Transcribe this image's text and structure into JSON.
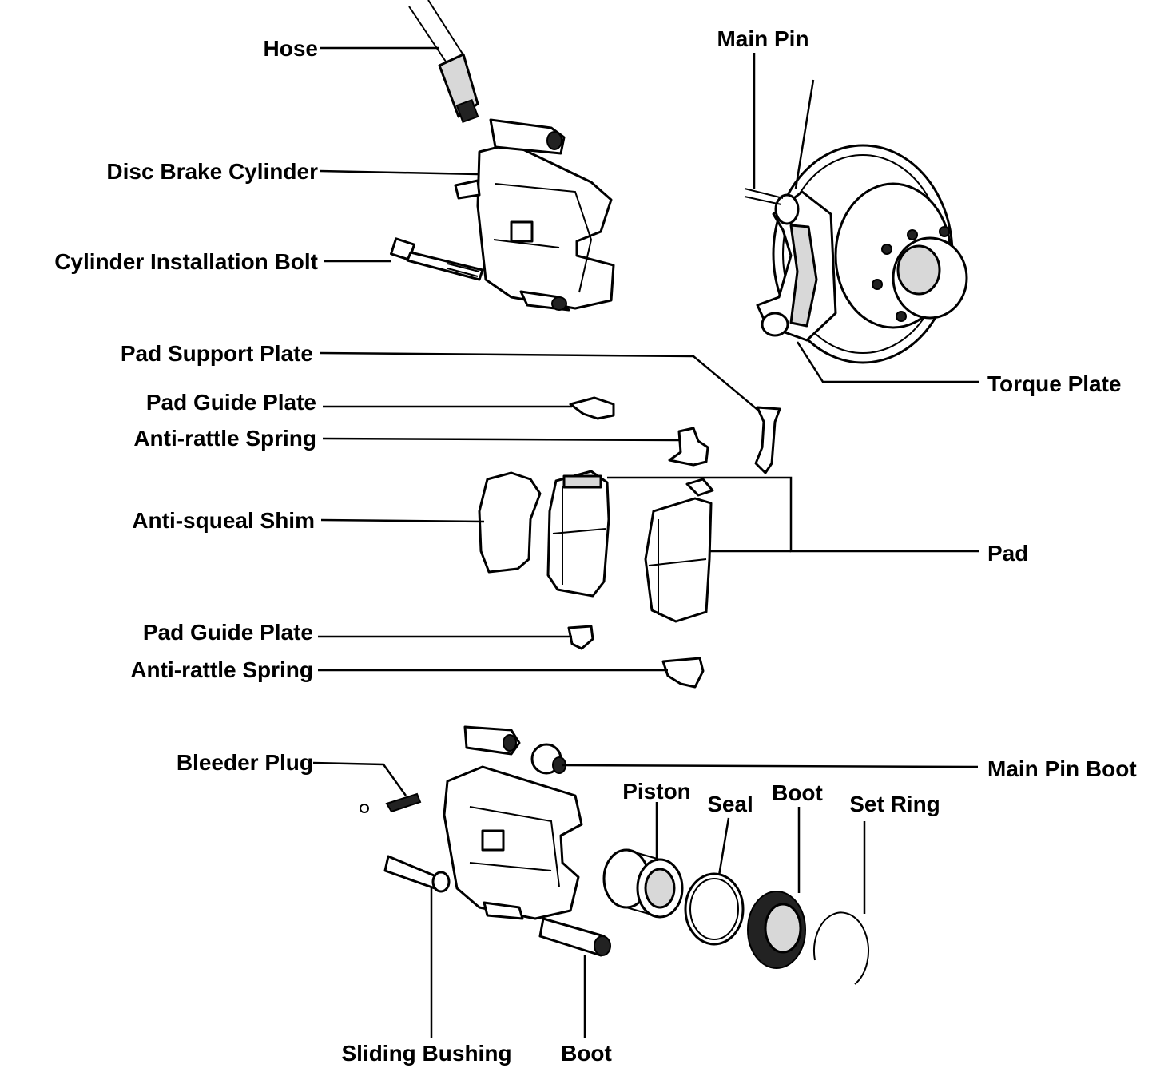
{
  "labels": {
    "hose": "Hose",
    "disc_brake_cylinder": "Disc Brake Cylinder",
    "cylinder_installation_bolt": "Cylinder Installation Bolt",
    "main_pin": "Main Pin",
    "torque_plate": "Torque Plate",
    "pad_support_plate": "Pad Support Plate",
    "pad_guide_plate_upper": "Pad Guide Plate",
    "anti_rattle_spring_upper": "Anti-rattle Spring",
    "anti_squeal_shim": "Anti-squeal Shim",
    "pad": "Pad",
    "pad_guide_plate_lower": "Pad Guide Plate",
    "anti_rattle_spring_lower": "Anti-rattle Spring",
    "bleeder_plug": "Bleeder Plug",
    "main_pin_boot": "Main Pin Boot",
    "piston": "Piston",
    "seal": "Seal",
    "boot_seal": "Boot",
    "set_ring": "Set Ring",
    "sliding_bushing": "Sliding Bushing",
    "boot_bushing": "Boot"
  }
}
